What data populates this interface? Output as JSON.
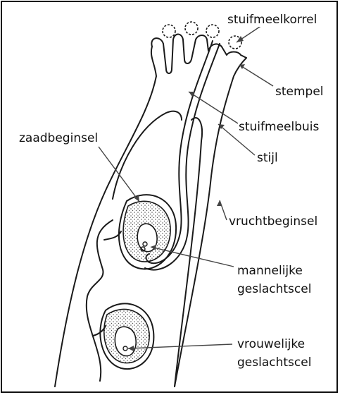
{
  "labels": {
    "stuifmeelkorrel": "stuifmeelkorrel",
    "stempel": "stempel",
    "stuifmeelbuis": "stuifmeelbuis",
    "stijl": "stijl",
    "zaadbeginsel": "zaadbeginsel",
    "vruchtbeginsel": "vruchtbeginsel",
    "mannelijke": "mannelijke",
    "geslachtscel_1": "geslachtscel",
    "vrouwelijke": "vrouwelijke",
    "geslachtscel_2": "geslachtscel"
  },
  "colors": {
    "line": "#1a1a1a",
    "stipple": "#555555",
    "background": "#ffffff"
  }
}
